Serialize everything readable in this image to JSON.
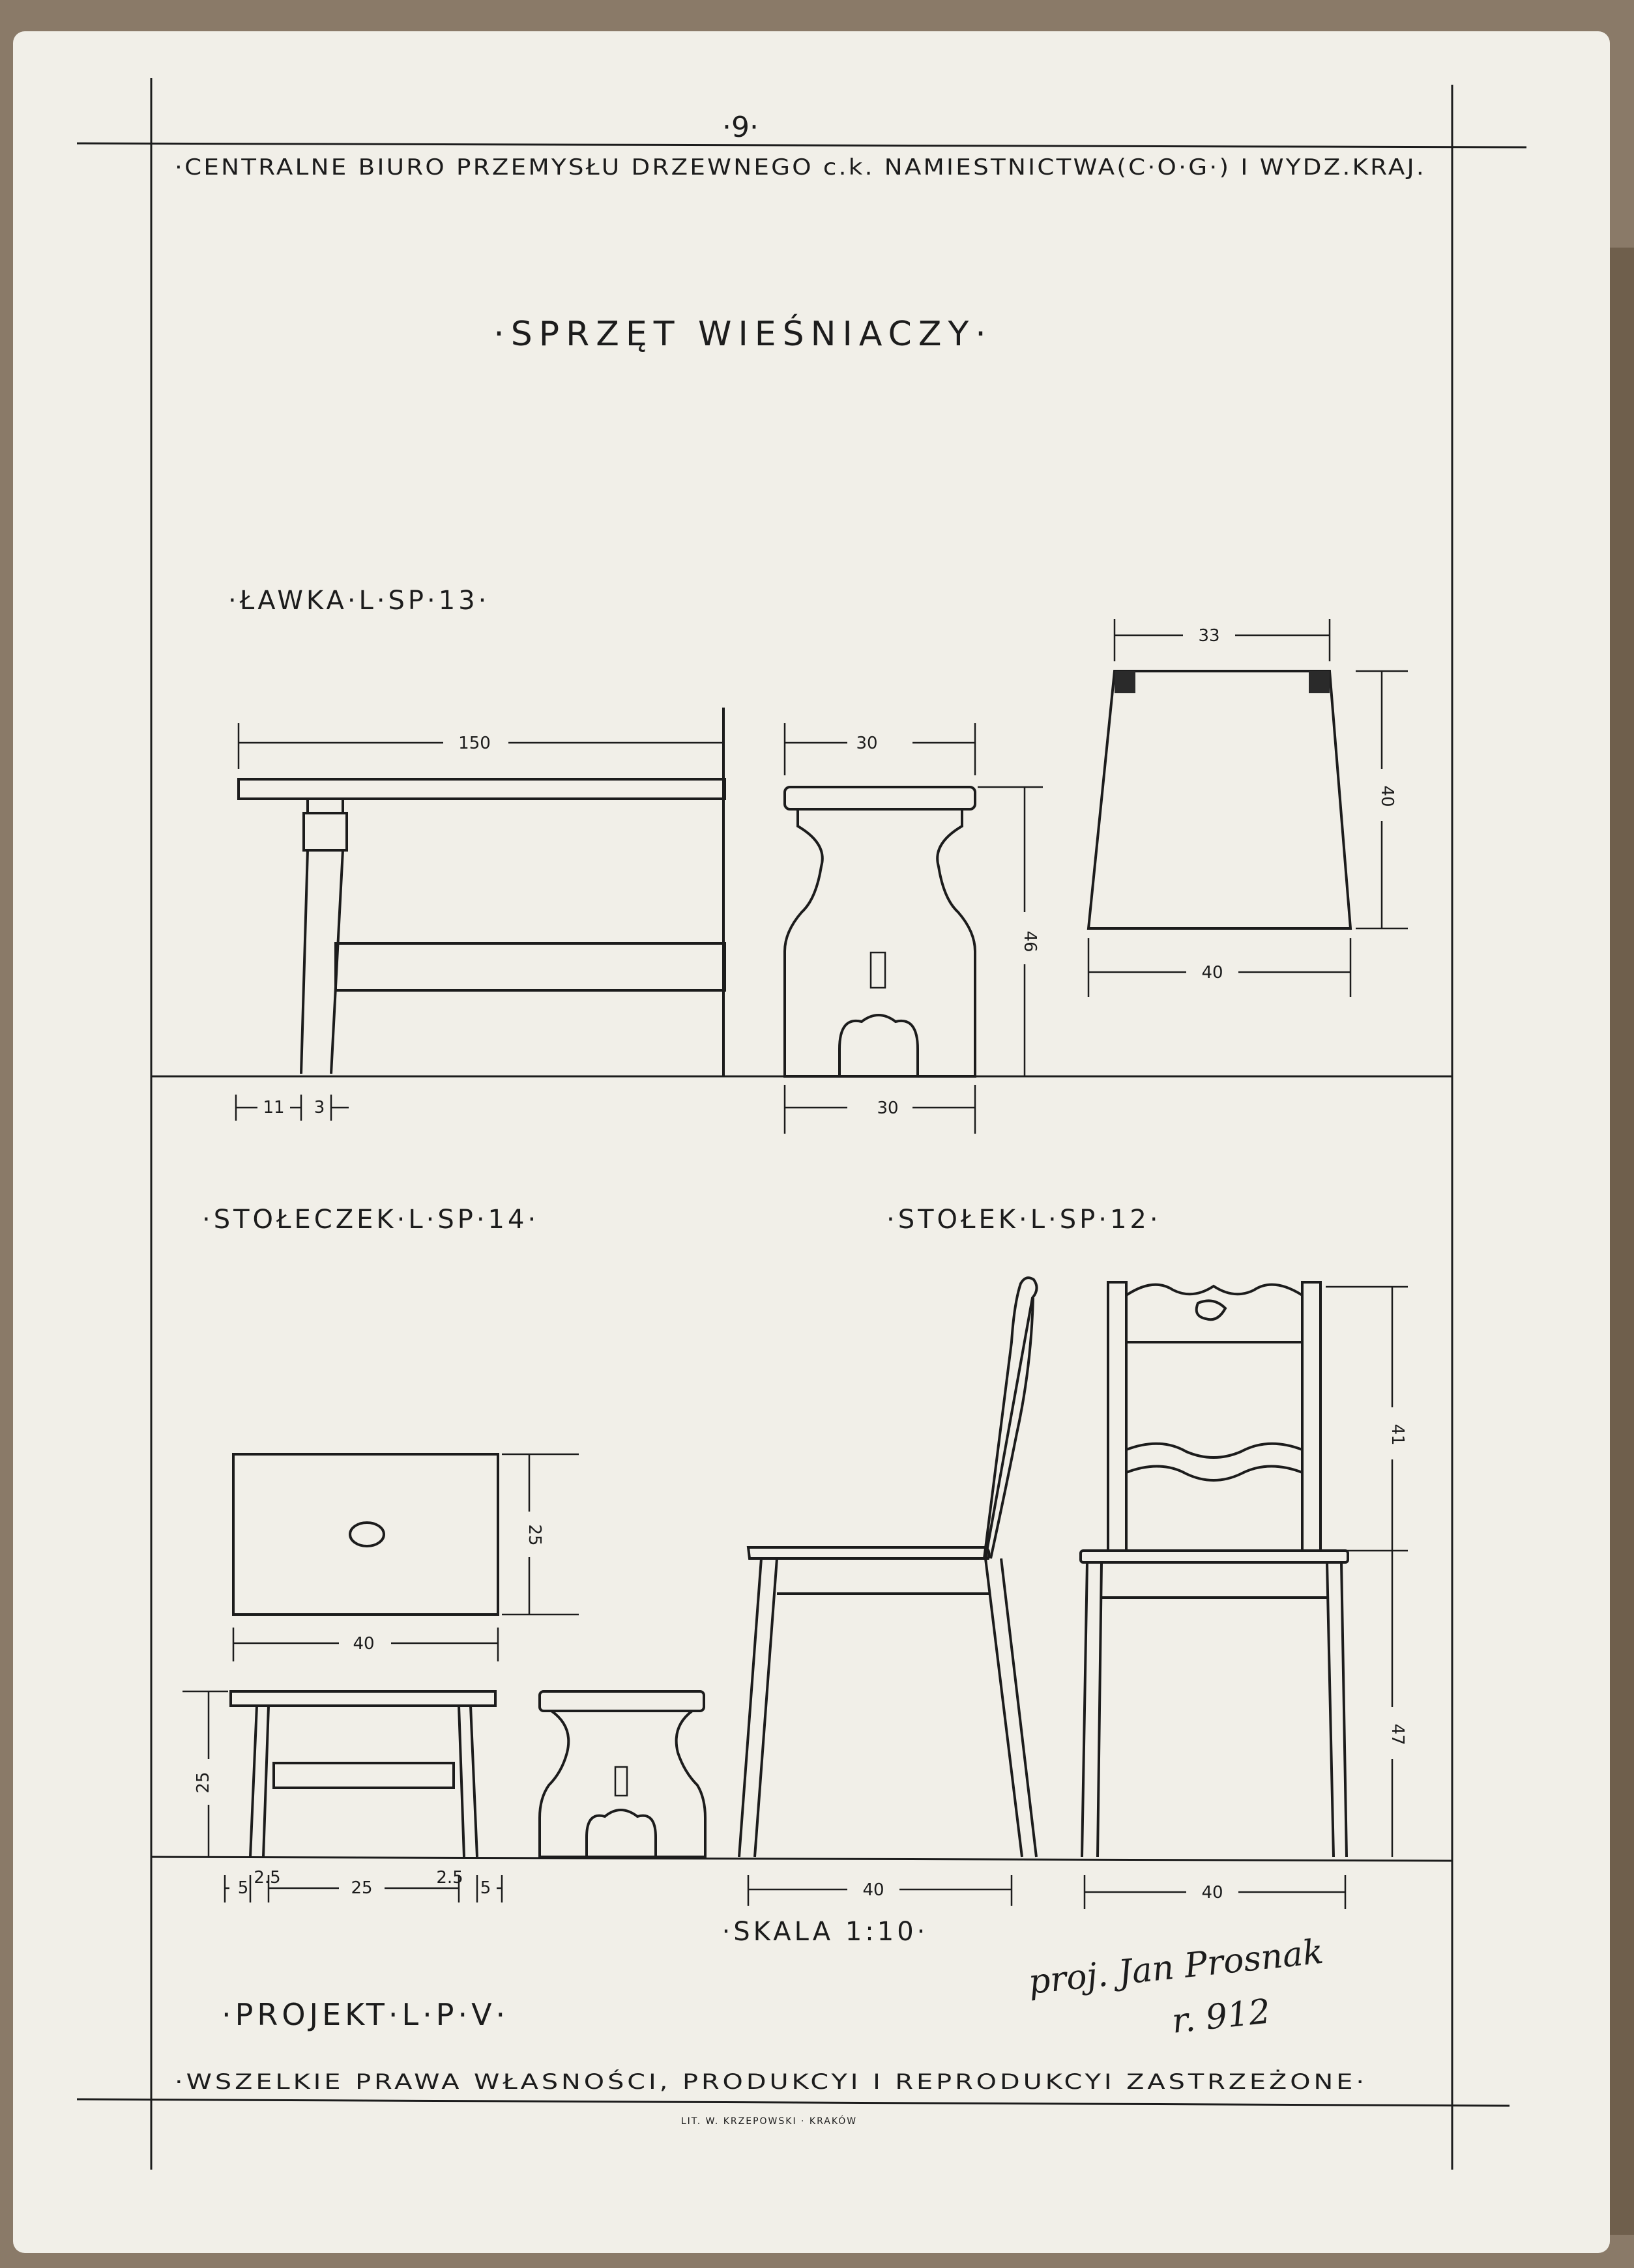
{
  "page_number": "·9·",
  "header": "·CENTRALNE BIURO PRZEMYSŁU DRZEWNEGO c.k. NAMIESTNICTWA(C·O·G·) I WYDZ.KRAJ.",
  "title": "·SPRZĘT WIEŚNIACZY·",
  "sections": {
    "lawka": "·ŁAWKA·L·SP·13·",
    "stoleczek": "·STOŁECZEK·L·SP·14·",
    "stolek": "·STOŁEK·L·SP·12·"
  },
  "dimensions": {
    "bench_length": "150",
    "bench_end_width": "30",
    "bench_base_width": "30",
    "bench_height": "46",
    "bench_top_view_top": "33",
    "bench_top_view_bottom": "40",
    "bench_top_view_depth": "40",
    "bench_leg_a": "11",
    "bench_leg_b": "3",
    "stool_top_width": "40",
    "stool_top_depth": "25",
    "stool_height": "25",
    "stool_base_1": "5",
    "stool_base_2": "2.5",
    "stool_base_3": "25",
    "stool_base_4": "2.5",
    "stool_base_5": "5",
    "chair_side_depth": "40",
    "chair_front_width": "40",
    "chair_back_height": "41",
    "chair_seat_height": "47"
  },
  "scale": "·SKALA 1:10·",
  "project": "·PROJEKT·L·P·V·",
  "signature": "proj. Jan Prosnak",
  "signature_year": "r. 912",
  "rights": "·WSZELKIE PRAWA WŁASNOŚCI, PRODUKCYI I REPRODUKCYI ZASTRZEŻONE·",
  "printer": "LIT. W. KRZEPOWSKI · KRAKÓW",
  "colors": {
    "paper": "#f1efe8",
    "ink": "#1c1c1c",
    "cover": "#8a7a68"
  }
}
